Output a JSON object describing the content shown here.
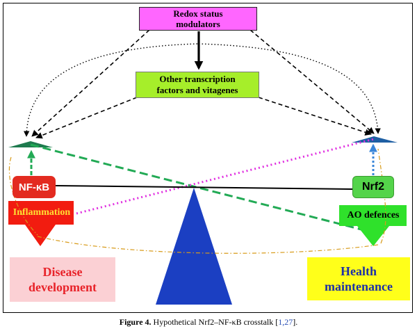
{
  "nodes": {
    "redox": "Redox status\nmodulators",
    "other": "Other transcription\nfactors and vitagenes",
    "nfkb": "NF-κB",
    "nrf2": "Nrf2",
    "inflammation": "Inflammation",
    "ao_defences": "AO defences",
    "disease": "Disease\ndevelopment",
    "health": "Health\nmaintenance"
  },
  "caption": {
    "label": "Figure 4.",
    "text": " Hypothetical Nrf2–NF-κB crosstalk [",
    "refs": "1,27",
    "end": "]."
  },
  "colors": {
    "redox": "#ff66ff",
    "other": "#a6ee2a",
    "nfkb": "#e32b20",
    "inflammation_arrow": "#f21c10",
    "nrf2": "#54d44a",
    "ao_arrow": "#2fe12b",
    "fulcrum": "#1b3fc2",
    "left_pan": "#1e7a4e",
    "right_pan": "#1e5fa3",
    "green_dash": "#22aa55",
    "magenta_dot": "#e030e0",
    "blue_dot": "#3a86d8",
    "orange_dashdot": "#d89b1a",
    "disease_bg": "#fbd0d4",
    "disease_text": "#e8232a",
    "health_bg": "#ffff1a",
    "health_text": "#1d2fa8"
  }
}
